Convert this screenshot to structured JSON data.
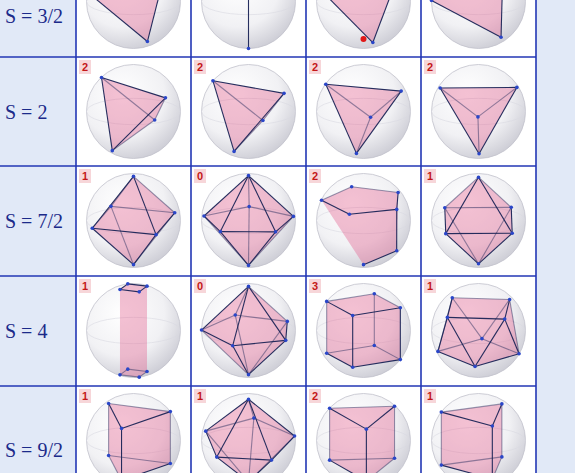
{
  "diagram": {
    "labels": [
      "S = 3/2",
      "S = 2",
      "S = 7/2",
      "S = 4",
      "S = 9/2",
      "2",
      "2",
      "2",
      "2",
      "1",
      "0",
      "2",
      "1",
      "1",
      "0",
      "3",
      "1",
      "1",
      "1",
      "2",
      "1"
    ]
  }
}
